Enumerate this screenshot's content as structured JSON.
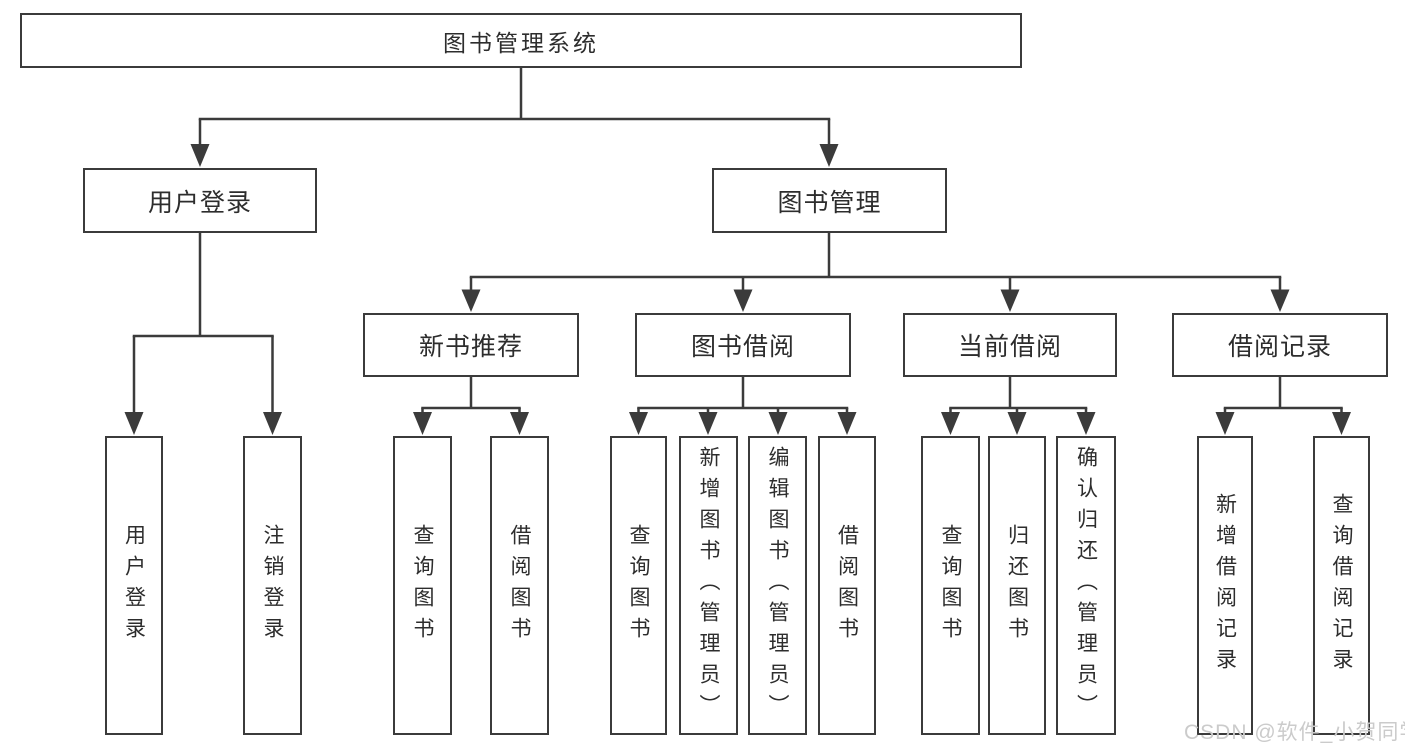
{
  "diagram": {
    "title": "图书管理系统",
    "level1": {
      "user_login": "用户登录",
      "book_mgmt": "图书管理"
    },
    "level2": {
      "new_books": "新书推荐",
      "book_borrow": "图书借阅",
      "current_borrow": "当前借阅",
      "borrow_records": "借阅记录"
    },
    "leaves": {
      "user_login_leaf": "用户登录",
      "logout": "注销登录",
      "nb_query": "查询图书",
      "nb_borrow": "借阅图书",
      "bb_query": "查询图书",
      "bb_add": "新增图书（管理员）",
      "bb_edit": "编辑图书（管理员）",
      "bb_borrow": "借阅图书",
      "cb_query": "查询图书",
      "cb_return": "归还图书",
      "cb_confirm": "确认归还（管理员）",
      "br_add": "新增借阅记录",
      "br_query": "查询借阅记录"
    }
  },
  "watermark": "CSDN @软件_小贺同学",
  "colors": {
    "line": "#3b3b3b",
    "text": "#2d2d2d",
    "box_fill": "#ffffff",
    "watermark": "#cbcbcb",
    "background": "#ffffff"
  }
}
